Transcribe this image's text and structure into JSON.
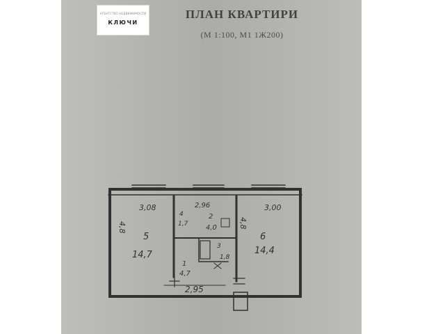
{
  "logo": {
    "tagline": "АГЕНТСТВО НЕДВИЖИМОСТИ",
    "name": "КЛЮЧИ"
  },
  "document": {
    "title": "ПЛАН КВАРТИРИ",
    "scale": "(М 1:100, М1 1Ж200)"
  },
  "plan": {
    "rooms": [
      {
        "number": "5",
        "area": "14,7",
        "width": "3,08",
        "depth": "4,8"
      },
      {
        "number": "6",
        "area": "14,4",
        "width": "3,00",
        "depth": "4,8"
      },
      {
        "number": "2",
        "area": "4,0",
        "width": "2,96"
      },
      {
        "number": "3",
        "area": "1,8"
      },
      {
        "number": "1",
        "area": "4,7",
        "width": "2,95"
      }
    ],
    "extra_dimension": "1,7",
    "extra_label": "4"
  },
  "colors": {
    "paper": "#b6b7b2",
    "ink": "#2f3133"
  }
}
